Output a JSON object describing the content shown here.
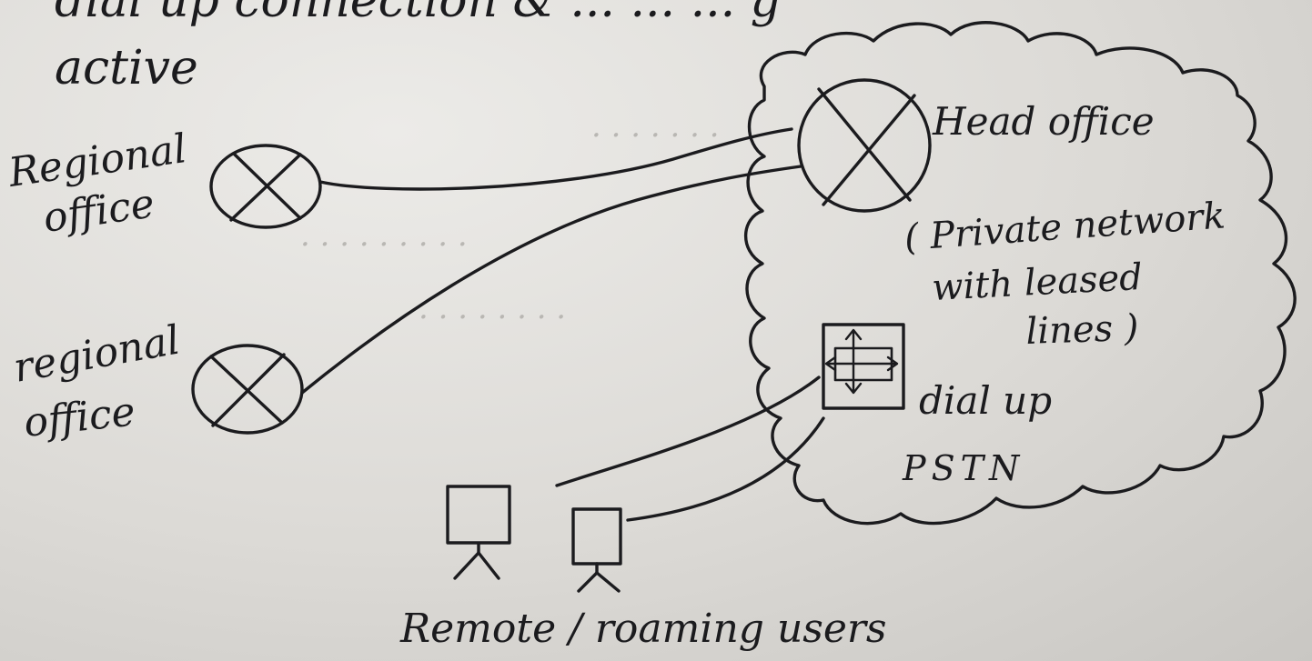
{
  "header_fragment": {
    "line1": "dial up  connection & ... ... ... g",
    "line2": "active"
  },
  "nodes": {
    "regional_office_1": {
      "label_line1": "Regional",
      "label_line2": "office",
      "symbol": "circle-x-icon"
    },
    "regional_office_2": {
      "label_line1": "regional",
      "label_line2": "office",
      "symbol": "circle-x-icon"
    },
    "head_office": {
      "label": "Head office",
      "symbol": "circle-x-icon"
    },
    "dial_up": {
      "label_line1": "dial up",
      "label_line2": "PSTN",
      "symbol": "modem-box-icon"
    },
    "remote_users": {
      "label": "Remote / roaming users",
      "symbol": "terminal-icon"
    }
  },
  "cloud": {
    "label_line1": "( Private network",
    "label_line2": "with leased",
    "label_line3": "lines )"
  },
  "colors": {
    "ink": "#1b1b1e",
    "paper": "#d9d7d3"
  }
}
